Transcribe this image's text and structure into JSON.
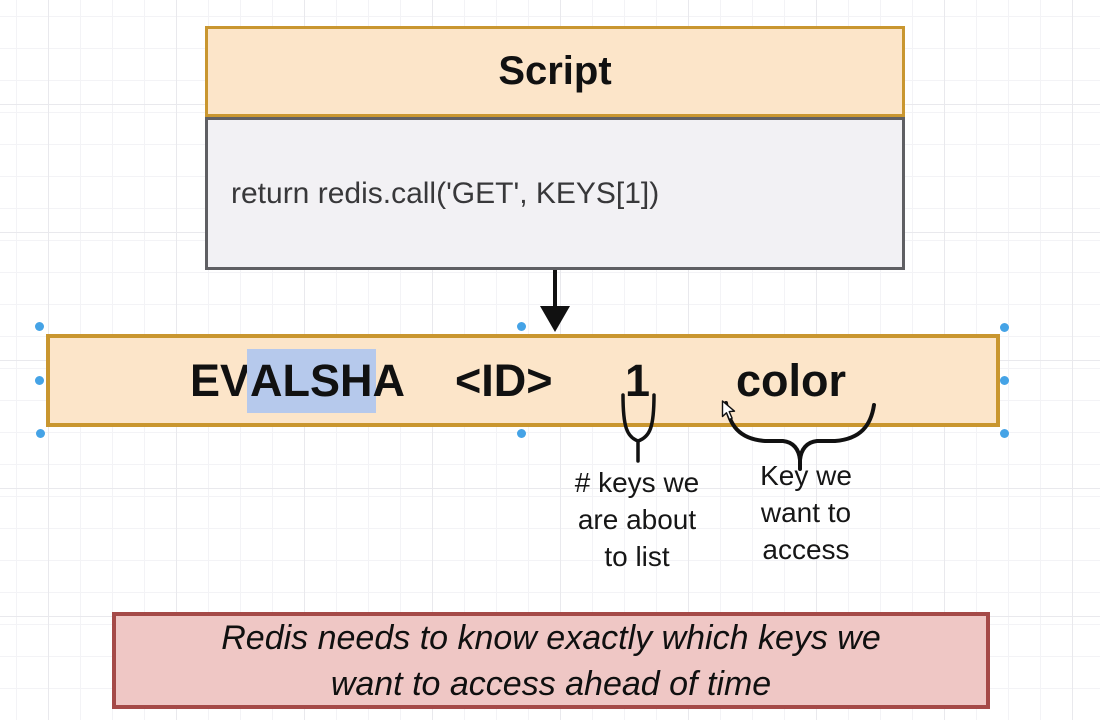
{
  "colors": {
    "canvas_bg": "#ffffff",
    "grid_minor": "#f3f3f6",
    "grid_major": "#e9e9ed",
    "gold_border": "#c9962f",
    "tan_fill": "#fce5c9",
    "script_body_fill": "#f2f1f4",
    "script_body_border": "#5f5f63",
    "note_fill": "#efc7c5",
    "note_border": "#a54a48",
    "highlight_blue": "#b6c9ec",
    "handle_blue": "#45a3e6",
    "ink": "#111111",
    "code_text": "#38383a"
  },
  "script_box": {
    "title": "Script",
    "code": "return redis.call('GET', KEYS[1])"
  },
  "command": {
    "evalsha_pre": "EV",
    "evalsha_highlight": "ALSH",
    "evalsha_post": "A",
    "id_token": "<ID>",
    "numkeys_token": "1",
    "key_token": "color"
  },
  "callouts": {
    "numkeys": {
      "line1": "# keys we",
      "line2": "are about",
      "line3": "to list"
    },
    "key": {
      "line1": "Key we",
      "line2": "want to",
      "line3": "access"
    }
  },
  "note": {
    "line1": "Redis needs to know exactly which keys we",
    "line2": "want to access ahead of time"
  }
}
